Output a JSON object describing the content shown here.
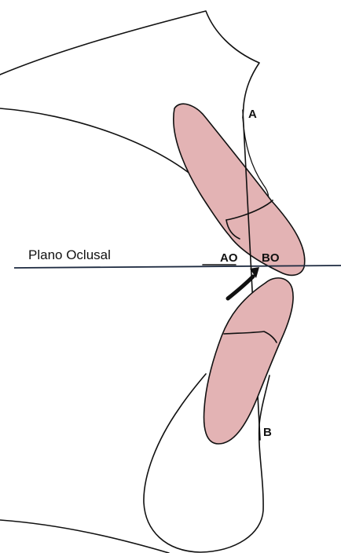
{
  "labels": {
    "occlusal_plane": "Plano Oclusal",
    "point_a": "A",
    "point_b": "B",
    "point_ao": "AO",
    "point_bo": "BO"
  },
  "colors": {
    "tooth_fill": "#e3b3b4",
    "line": "#111111",
    "occlusal_line": "#1d2a40",
    "background": "#ffffff"
  }
}
